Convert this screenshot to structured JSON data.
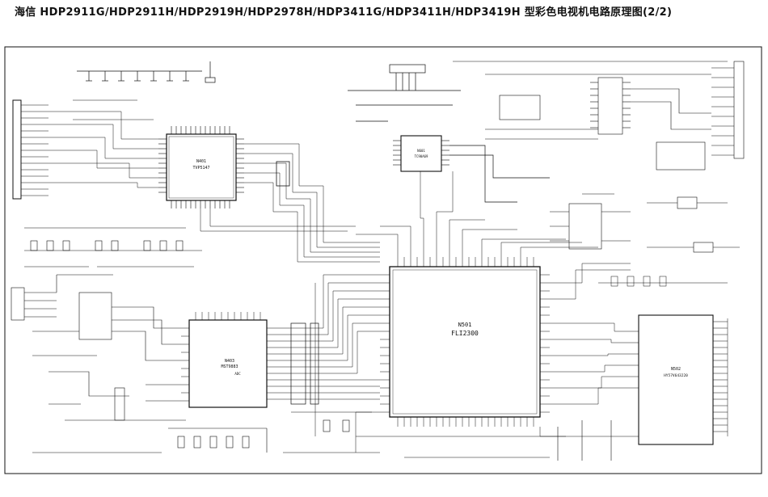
{
  "title": "海信 HDP2911G/HDP2911H/HDP2919H/HDP2978H/HDP3411G/HDP3411H/HDP3419H 型彩色电视机电路原理图(2/2)",
  "chips": {
    "n401": {
      "ref": "N401",
      "part": "TVP5147"
    },
    "n403": {
      "ref": "N403",
      "part": "MST9883",
      "sub": "ADC"
    },
    "n501": {
      "ref": "N501",
      "part": "FLI2300"
    },
    "n502": {
      "ref": "N502",
      "part": "HY57V643220"
    },
    "n601": {
      "ref": "N601",
      "part": "TC90A69"
    }
  },
  "colors": {
    "ink": "#111111",
    "paper": "#ffffff"
  }
}
